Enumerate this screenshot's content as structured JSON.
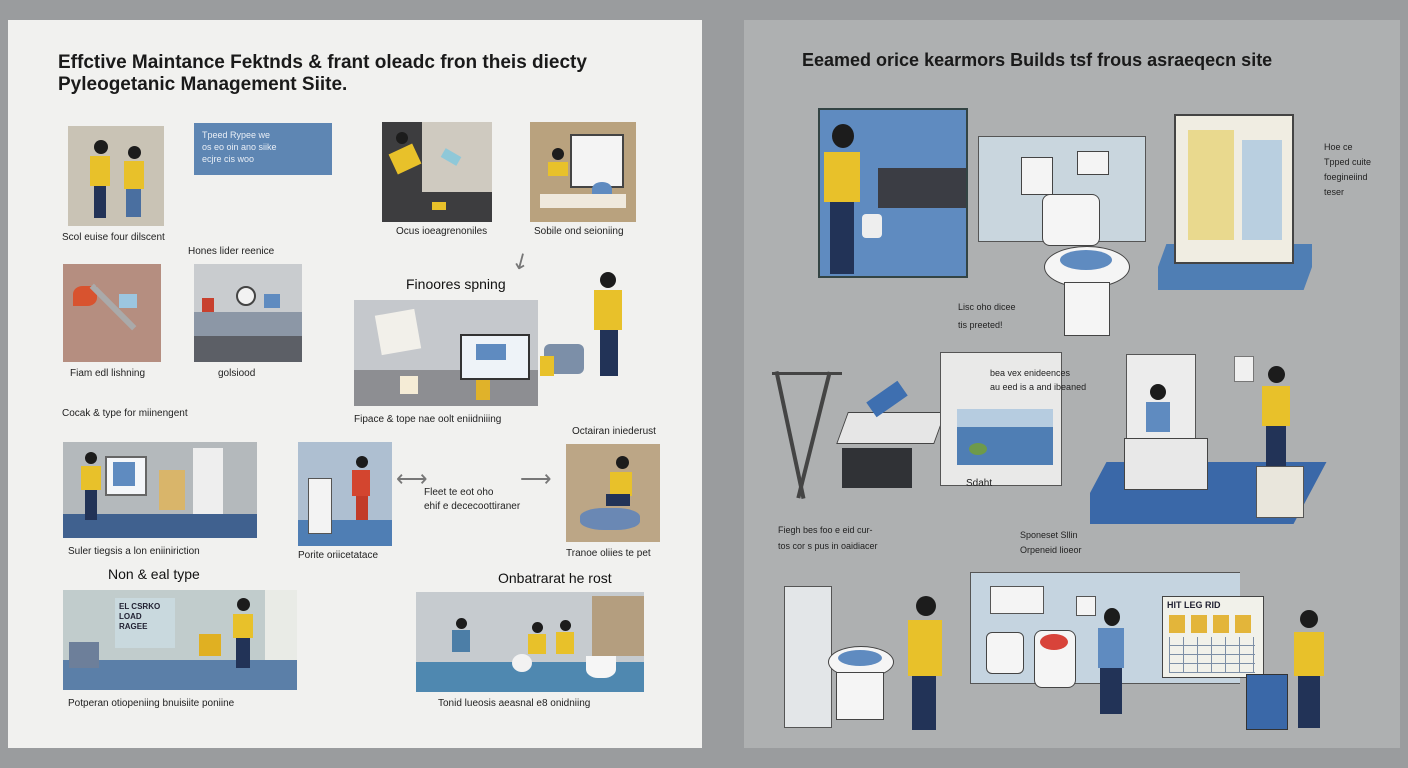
{
  "left": {
    "title_line1": "Effctive Maintance Fektnds & frant oleadc fron theis diecty",
    "title_line2": "Pyleogetanic Management Siite.",
    "note_box": "Tpeed Rypee we\nos eo oin ano siike\necjre cis woo",
    "captions": {
      "c1": "Scol euise four dilscent",
      "c2": "Ocus ioeagrenoniles",
      "c3": "Sobile ond seioniing",
      "c4": "Hones lider reenice",
      "c5": "Fiam edl lishning",
      "c6": "golsiood",
      "c7": "Fipace & tope nae oolt eniidniiing",
      "c8": "Cocak & type for miinengent",
      "c9": "Octairan iniederust",
      "c10": "Suler tiegsis a lon eniiniriction",
      "c11": "Porite oriicetatace",
      "c12": "Tranoe oliies te pet",
      "c13": "Potperan otiopeniing bnuisiite poniine",
      "c14": "Tonid lueosis aeasnal e8 onidniing",
      "c15": "Fleet te eot oho\nehif e dececoottiraner"
    },
    "headings": {
      "h1": "Finoores spning",
      "h2": "Non & eal type",
      "h3": "Onbatrarat he rost"
    },
    "sign_text": "EL CSRKO\nLOAD\nRAGEE"
  },
  "right": {
    "title": "Eeamed orice kearmors Builds tsf frous asraeqecn site",
    "captions": {
      "r1": "Hoe ce\nTpped cuite\nfoegineiind\nteser",
      "r2": "Lisc oho dicee\ntis preeted!",
      "r3": "bea vex enideences\nau eed is a and ibeaned",
      "r4": "Sdaht",
      "r5": "Fiegh bes foo e eid cur-\ntos cor s pus in oaidiacer",
      "r6": "Sponeset Sllin\nOrpeneid lioeor"
    },
    "board_label": "HIT LEG RID"
  },
  "colors": {
    "accent_blue": "#5f8bc0",
    "accent_yellow": "#e8c12a",
    "pants_navy": "#223357",
    "left_bg": "#f1f1ef",
    "right_bg": "#aeb0b1"
  }
}
